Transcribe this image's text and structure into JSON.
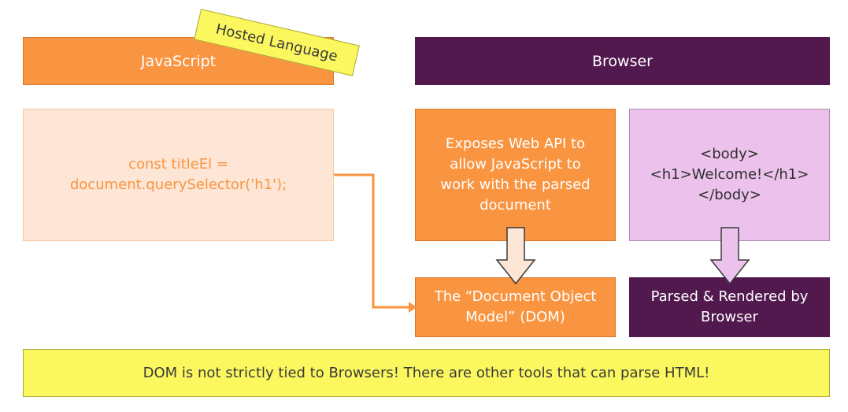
{
  "headers": {
    "javascript": "JavaScript",
    "browser": "Browser"
  },
  "hosted_label": "Hosted Language",
  "code_box": {
    "text": "const titleEl =\ndocument.querySelector('h1');"
  },
  "web_api_box": {
    "text": "Exposes Web API to\nallow JavaScript to\nwork with the parsed\ndocument"
  },
  "html_box": {
    "text": "<body>\n<h1>Welcome!</h1>\n</body>"
  },
  "dom_box": {
    "text": "The “Document Object\nModel” (DOM)"
  },
  "rendered_box": {
    "text": "Parsed & Rendered by\nBrowser"
  },
  "note": "DOM is not strictly tied to Browsers! There are other tools that can parse HTML!",
  "colors": {
    "orange": "#f99440",
    "light_orange": "#fde6d6",
    "purple": "#52194f",
    "lilac": "#ecc2ec",
    "yellow": "#fbf85f"
  }
}
